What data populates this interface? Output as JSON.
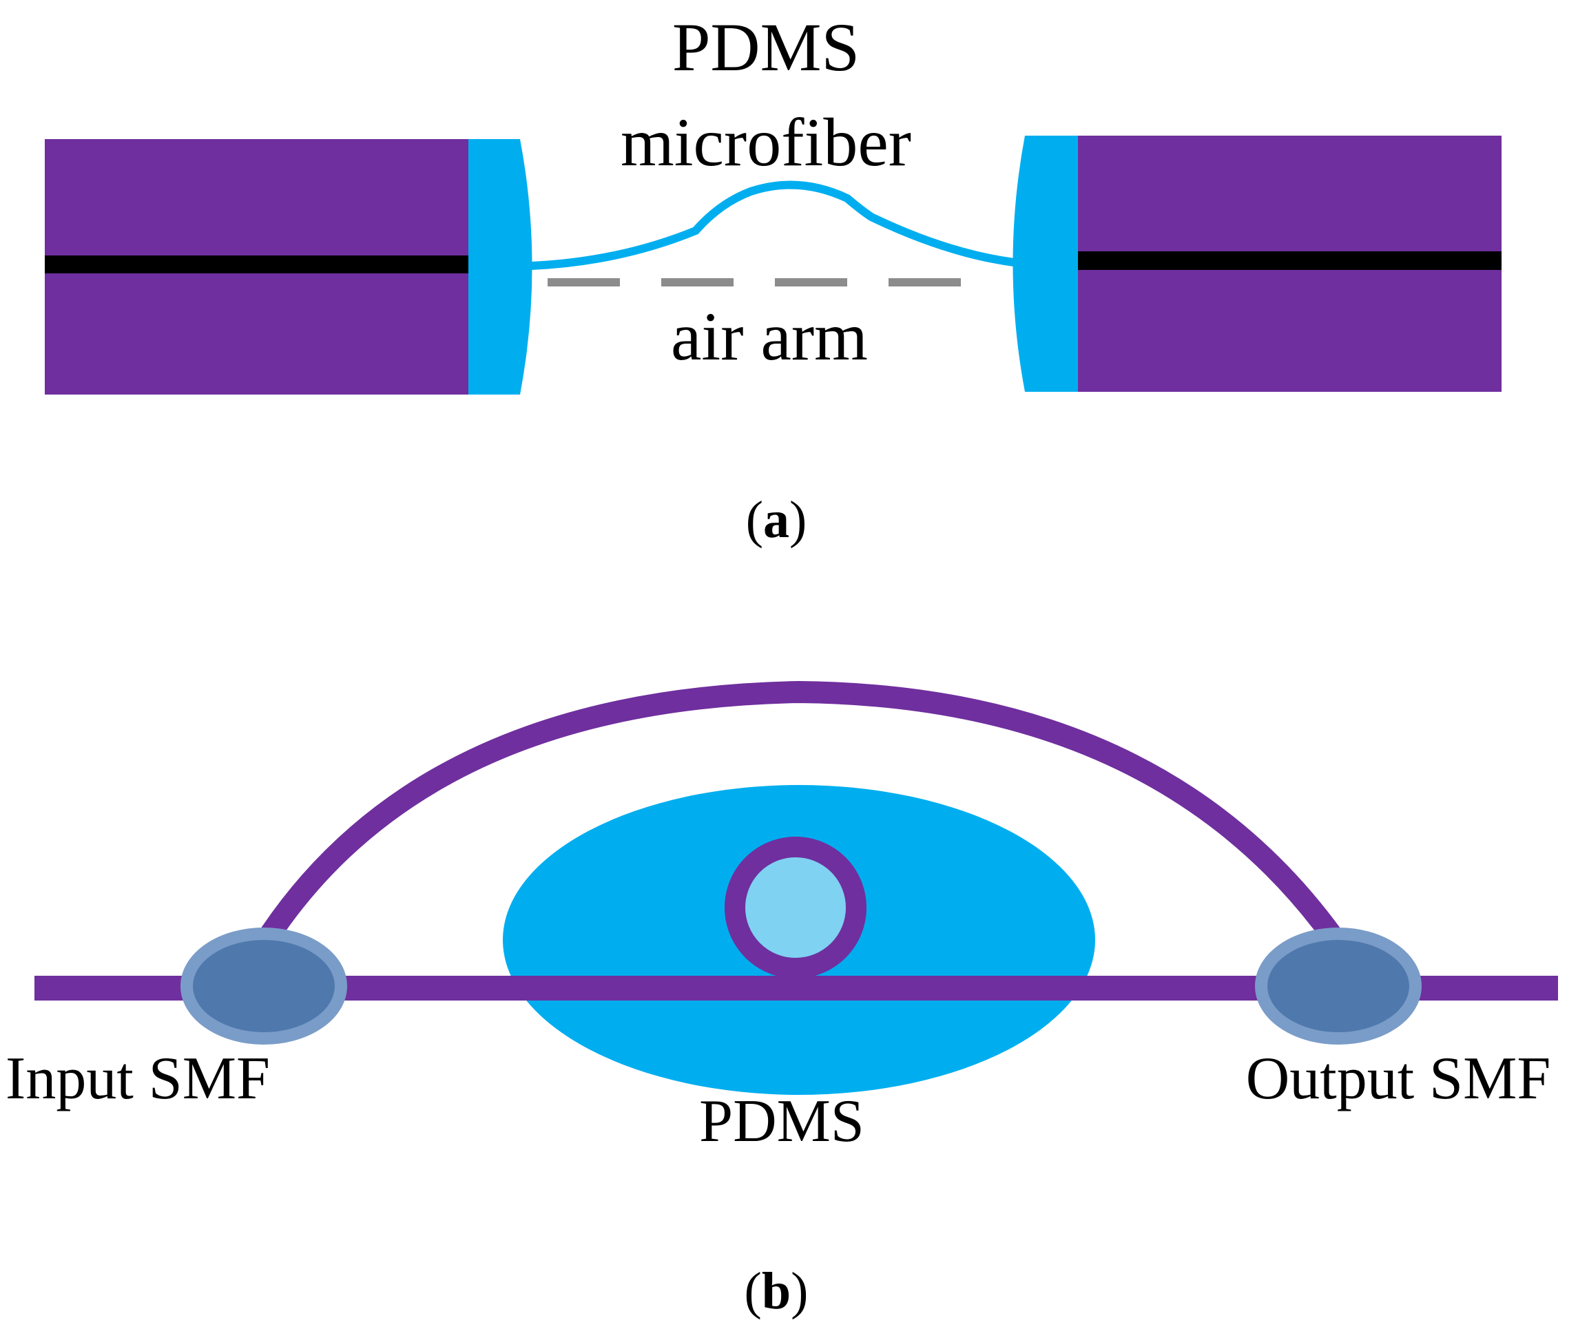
{
  "panel_a": {
    "label_pdms": "PDMS",
    "label_microfiber": "microfiber",
    "label_air_arm": "air arm",
    "caption_open": "(",
    "caption_letter": "a",
    "caption_close": ")"
  },
  "panel_b": {
    "label_input": "Input SMF",
    "label_output": "Output SMF",
    "label_pdms": "PDMS",
    "caption_open": "(",
    "caption_letter": "b",
    "caption_close": ")"
  },
  "colors": {
    "fiber_purple": "#6f2f9e",
    "pdms_blue": "#00aeef",
    "light_blue": "#7fd2f2",
    "core_black": "#000000",
    "air_gray": "#8c8c8c",
    "coupler_fill": "#4f79ad",
    "coupler_ring": "#7a9cc8"
  }
}
